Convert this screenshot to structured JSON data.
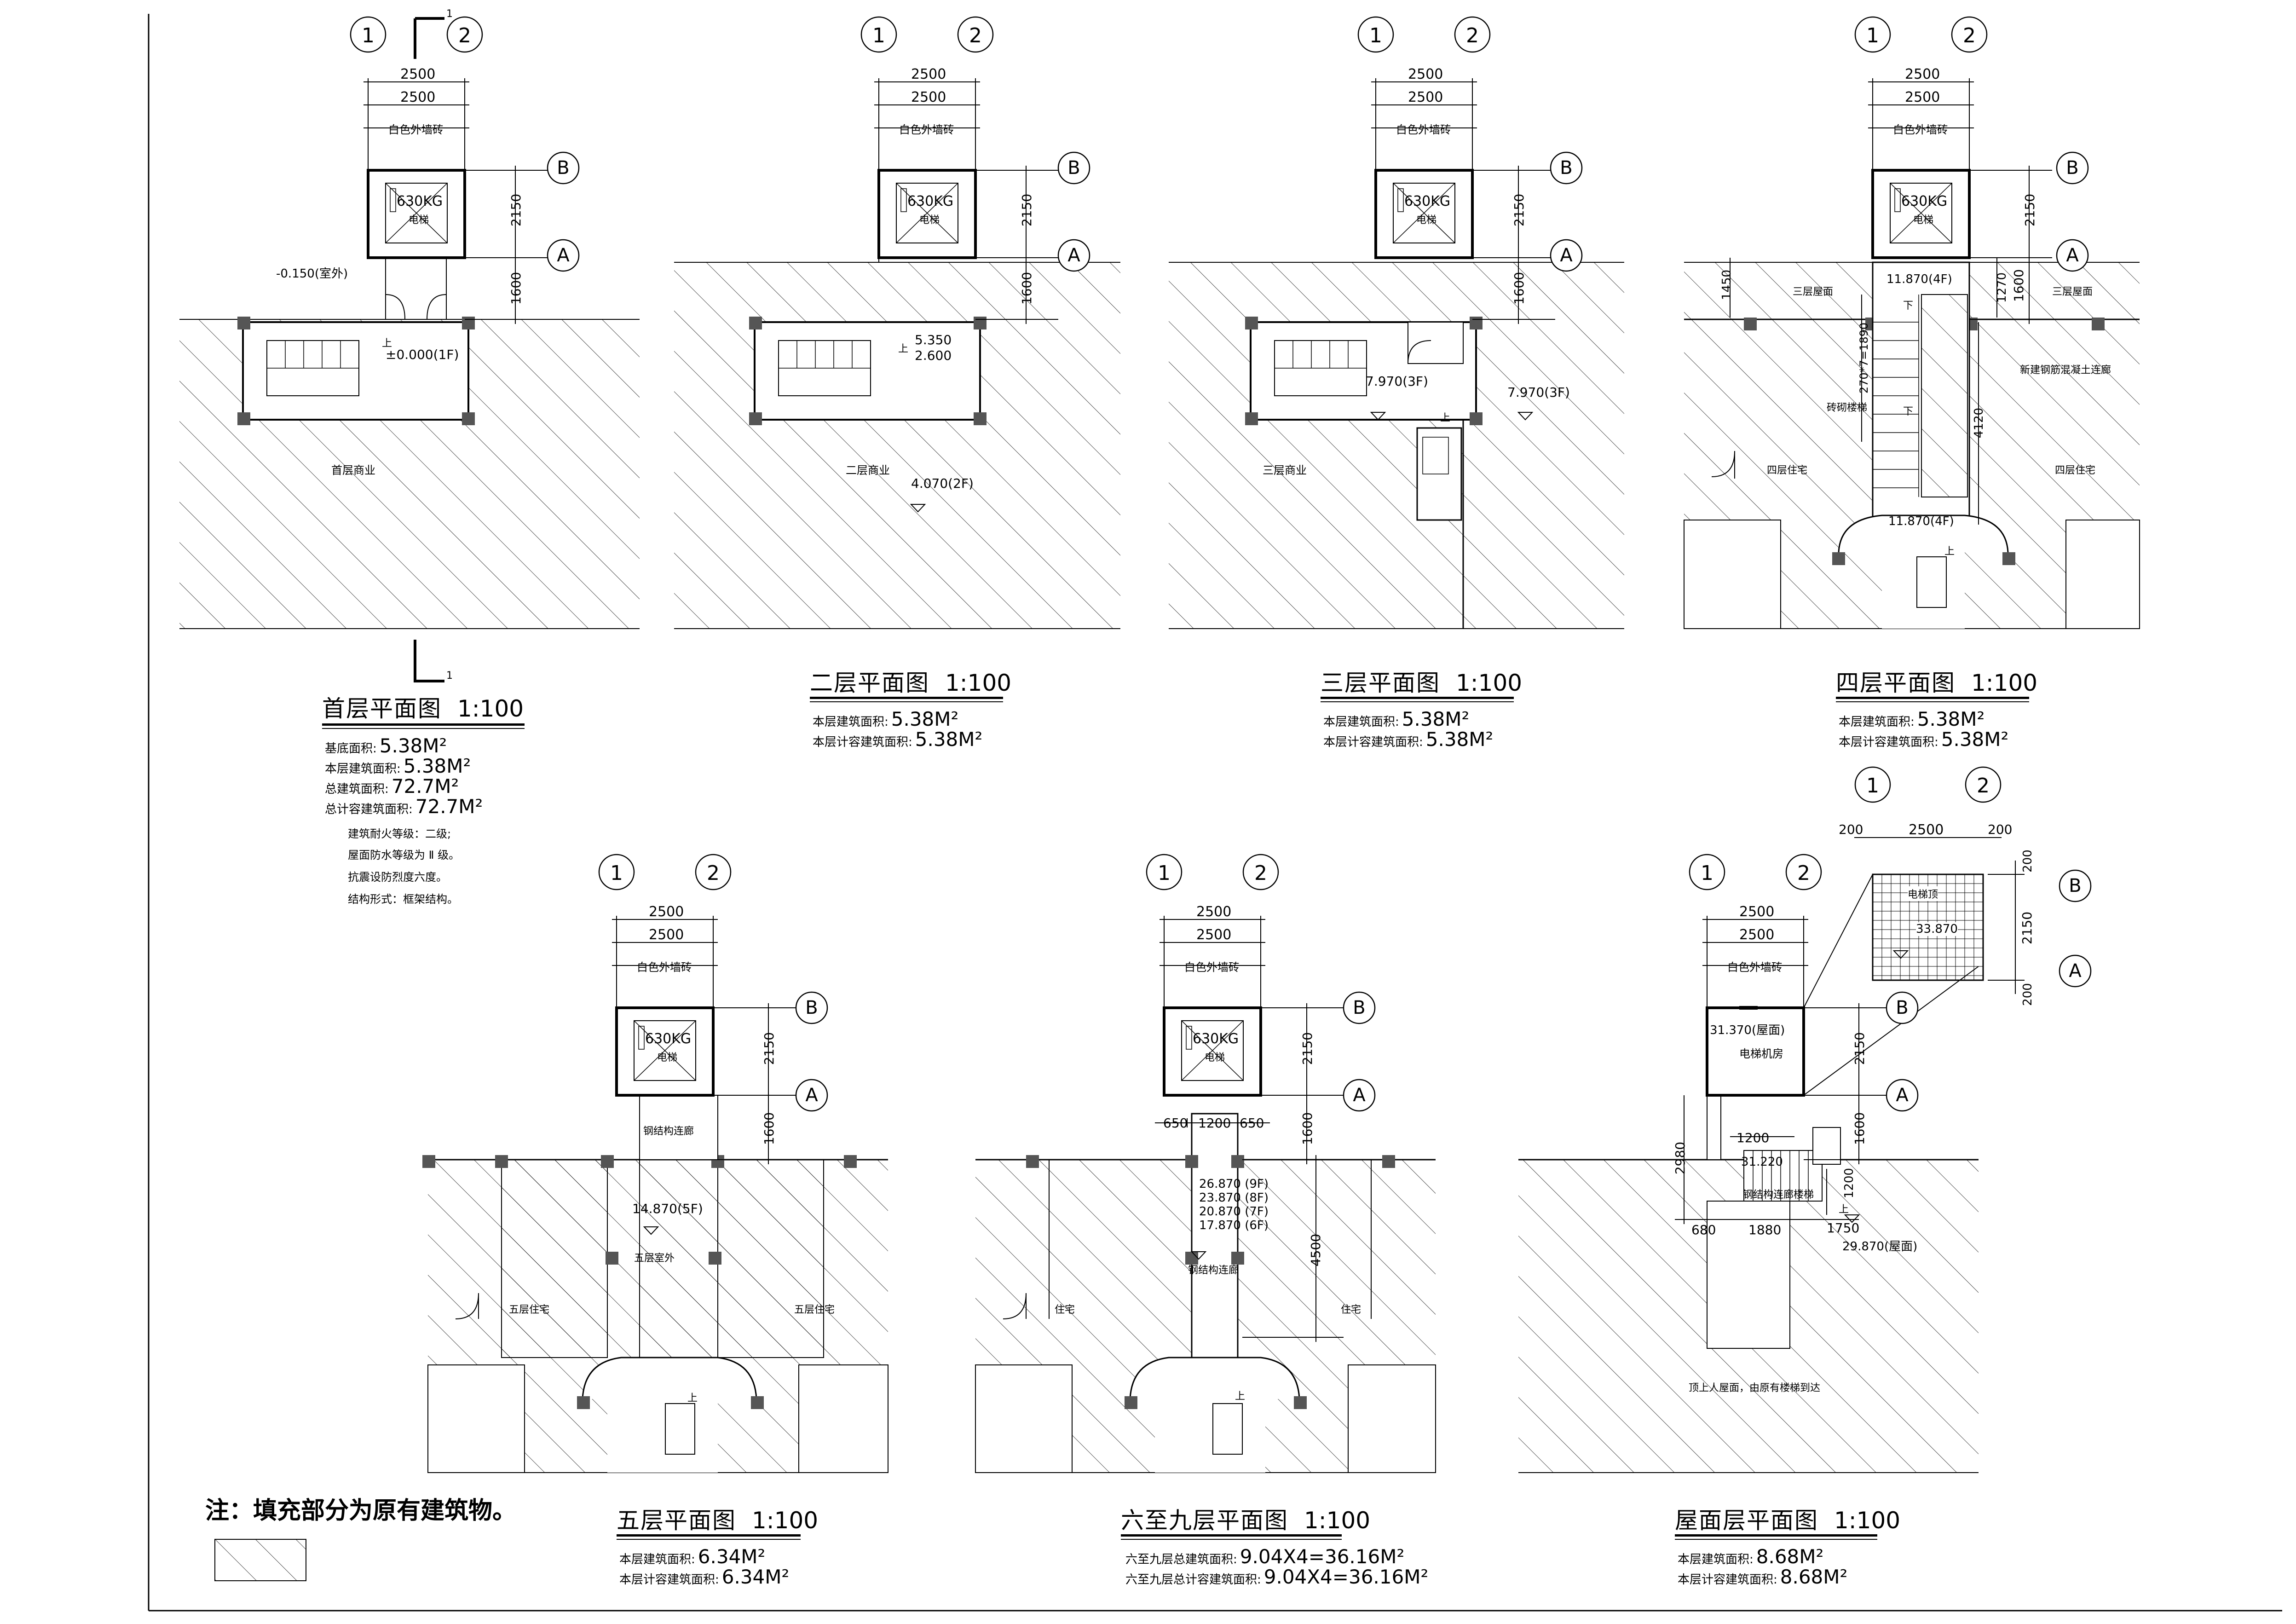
{
  "common": {
    "axis_1": "1",
    "axis_2": "2",
    "axis_A": "A",
    "axis_B": "B",
    "dim_2500": "2500",
    "dim_2150": "2150",
    "dim_1600": "1600",
    "wall_label": "白色外墙砖",
    "lift_capacity": "630KG",
    "lift_label": "电梯",
    "section_mark": "1"
  },
  "plans": [
    {
      "title": "首层平面图",
      "scale": "1:100",
      "stats": [
        {
          "label": "基底面积:",
          "value": "5.38M²"
        },
        {
          "label": "本层建筑面积:",
          "value": "5.38M²"
        },
        {
          "label": "总建筑面积:",
          "value": "72.7M²"
        },
        {
          "label": "总计容建筑面积:",
          "value": "72.7M²"
        }
      ],
      "notes": [
        "建筑耐火等级：二级;",
        "屋面防水等级为 Ⅱ 级。",
        "抗震设防烈度六度。",
        "结构形式：框架结构。"
      ],
      "labels": {
        "level_out": "-0.150(室外)",
        "level": "±0.000(1F)",
        "room": "首层商业",
        "up": "上"
      }
    },
    {
      "title": "二层平面图",
      "scale": "1:100",
      "stats": [
        {
          "label": "本层建筑面积:",
          "value": "5.38M²"
        },
        {
          "label": "本层计容建筑面积:",
          "value": "5.38M²"
        }
      ],
      "labels": {
        "level_a": "5.350",
        "level_b": "2.600",
        "room": "二层商业",
        "level": "4.070(2F)",
        "up": "上"
      }
    },
    {
      "title": "三层平面图",
      "scale": "1:100",
      "stats": [
        {
          "label": "本层建筑面积:",
          "value": "5.38M²"
        },
        {
          "label": "本层计容建筑面积:",
          "value": "5.38M²"
        }
      ],
      "labels": {
        "level_a": "7.970(3F)",
        "level_b": "7.970(3F)",
        "room": "三层商业",
        "up": "上"
      }
    },
    {
      "title": "四层平面图",
      "scale": "1:100",
      "stats": [
        {
          "label": "本层建筑面积:",
          "value": "5.38M²"
        },
        {
          "label": "本层计容建筑面积:",
          "value": "5.38M²"
        }
      ],
      "labels": {
        "level_top": "11.870(4F)",
        "level_bot": "11.870(4F)",
        "roof3_l": "三层屋面",
        "roof3_r": "三层屋面",
        "stair": "砖砌楼梯",
        "corridor": "新建钢筋混凝土连廊",
        "room_l": "四层住宅",
        "room_r": "四层住宅",
        "d1450": "1450",
        "d1270": "1270",
        "d270": "270*7=1890",
        "d4120": "4120",
        "up": "上",
        "down": "下"
      }
    },
    {
      "title": "五层平面图",
      "scale": "1:100",
      "stats": [
        {
          "label": "本层建筑面积:",
          "value": "6.34M²"
        },
        {
          "label": "本层计容建筑面积:",
          "value": "6.34M²"
        }
      ],
      "labels": {
        "corridor": "钢结构连廊",
        "level": "14.870(5F)",
        "outdoor": "五层室外",
        "room_l": "五层住宅",
        "room_r": "五层住宅",
        "up": "上"
      }
    },
    {
      "title": "六至九层平面图",
      "scale": "1:100",
      "stats": [
        {
          "label": "六至九层总建筑面积:",
          "value": "9.04X4=36.16M²"
        },
        {
          "label": "六至九层总计容建筑面积:",
          "value": "9.04X4=36.16M²"
        }
      ],
      "labels": {
        "l9": "26.870 (9F)",
        "l8": "23.870 (8F)",
        "l7": "20.870 (7F)",
        "l6": "17.870 (6F)",
        "corridor": "钢结构连廊",
        "room_l": "住宅",
        "room_r": "住宅",
        "d650": "650",
        "d1200": "1200",
        "d4500": "4500",
        "up": "上"
      }
    },
    {
      "title": "屋面层平面图",
      "scale": "1:100",
      "stats": [
        {
          "label": "本层建筑面积:",
          "value": "8.68M²"
        },
        {
          "label": "本层计容建筑面积:",
          "value": "8.68M²"
        }
      ],
      "labels": {
        "roof_lvl": "31.370(屋面)",
        "machine": "电梯机房",
        "l31": "31.220",
        "stair": "钢结构连廊楼梯",
        "l29": "29.870(屋面)",
        "d2980": "2980",
        "d1200": "1200",
        "d680": "680",
        "d1880": "1880",
        "d1750": "1750",
        "note": "顶上人屋面，由原有楼梯到达",
        "up": "上"
      }
    },
    {
      "title": "",
      "labels": {
        "d200a": "200",
        "d2500": "2500",
        "d200b": "200",
        "d200c": "200",
        "d2150": "2150",
        "d200d": "200",
        "room": "电梯顶",
        "level": "33.870"
      }
    }
  ],
  "legend": {
    "note": "注：填充部分为原有建筑物。"
  }
}
